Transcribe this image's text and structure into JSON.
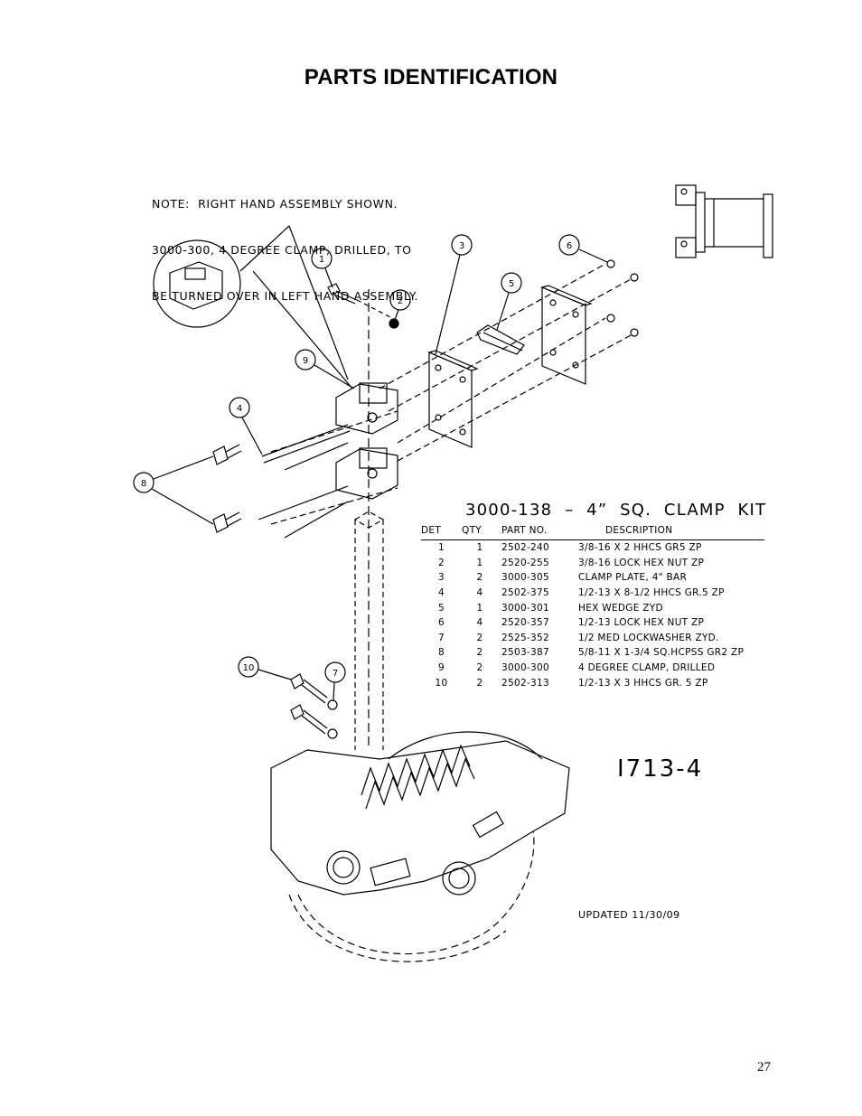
{
  "page": {
    "title": "PARTS IDENTIFICATION",
    "page_number": "27"
  },
  "note": {
    "lines": [
      "NOTE:  RIGHT HAND ASSEMBLY SHOWN.",
      "3000-300, 4 DEGREE CLAMP, DRILLED, TO",
      "BE TURNED OVER IN LEFT HAND ASSEMBLY."
    ]
  },
  "kit": {
    "title": "3000-138  –  4”  SQ.  CLAMP  KIT",
    "headers": [
      "DET",
      "QTY",
      "PART NO.",
      "DESCRIPTION"
    ],
    "rows": [
      {
        "det": "1",
        "qty": "1",
        "part": "2502-240",
        "desc": "3/8-16  X  2  HHCS  GR5  ZP"
      },
      {
        "det": "2",
        "qty": "1",
        "part": "2520-255",
        "desc": "3/8-16  LOCK  HEX  NUT  ZP"
      },
      {
        "det": "3",
        "qty": "2",
        "part": "3000-305",
        "desc": "CLAMP  PLATE,  4\"  BAR"
      },
      {
        "det": "4",
        "qty": "4",
        "part": "2502-375",
        "desc": "1/2-13  X  8-1/2  HHCS  GR.5  ZP"
      },
      {
        "det": "5",
        "qty": "1",
        "part": "3000-301",
        "desc": "HEX  WEDGE  ZYD"
      },
      {
        "det": "6",
        "qty": "4",
        "part": "2520-357",
        "desc": "1/2-13  LOCK  HEX  NUT  ZP"
      },
      {
        "det": "7",
        "qty": "2",
        "part": "2525-352",
        "desc": "1/2  MED  LOCKWASHER  ZYD."
      },
      {
        "det": "8",
        "qty": "2",
        "part": "2503-387",
        "desc": "5/8-11  X  1-3/4  SQ.HCPSS  GR2  ZP"
      },
      {
        "det": "9",
        "qty": "2",
        "part": "3000-300",
        "desc": "4  DEGREE  CLAMP,  DRILLED"
      },
      {
        "det": "10",
        "qty": "2",
        "part": "2502-313",
        "desc": "1/2-13  X  3  HHCS  GR.  5  ZP"
      }
    ]
  },
  "drawing": {
    "number": "I713-4",
    "updated": "UPDATED  11/30/09",
    "callouts": [
      "1",
      "2",
      "3",
      "4",
      "5",
      "6",
      "7",
      "8",
      "9",
      "10"
    ]
  },
  "colors": {
    "ink": "#000000",
    "paper": "#ffffff"
  }
}
